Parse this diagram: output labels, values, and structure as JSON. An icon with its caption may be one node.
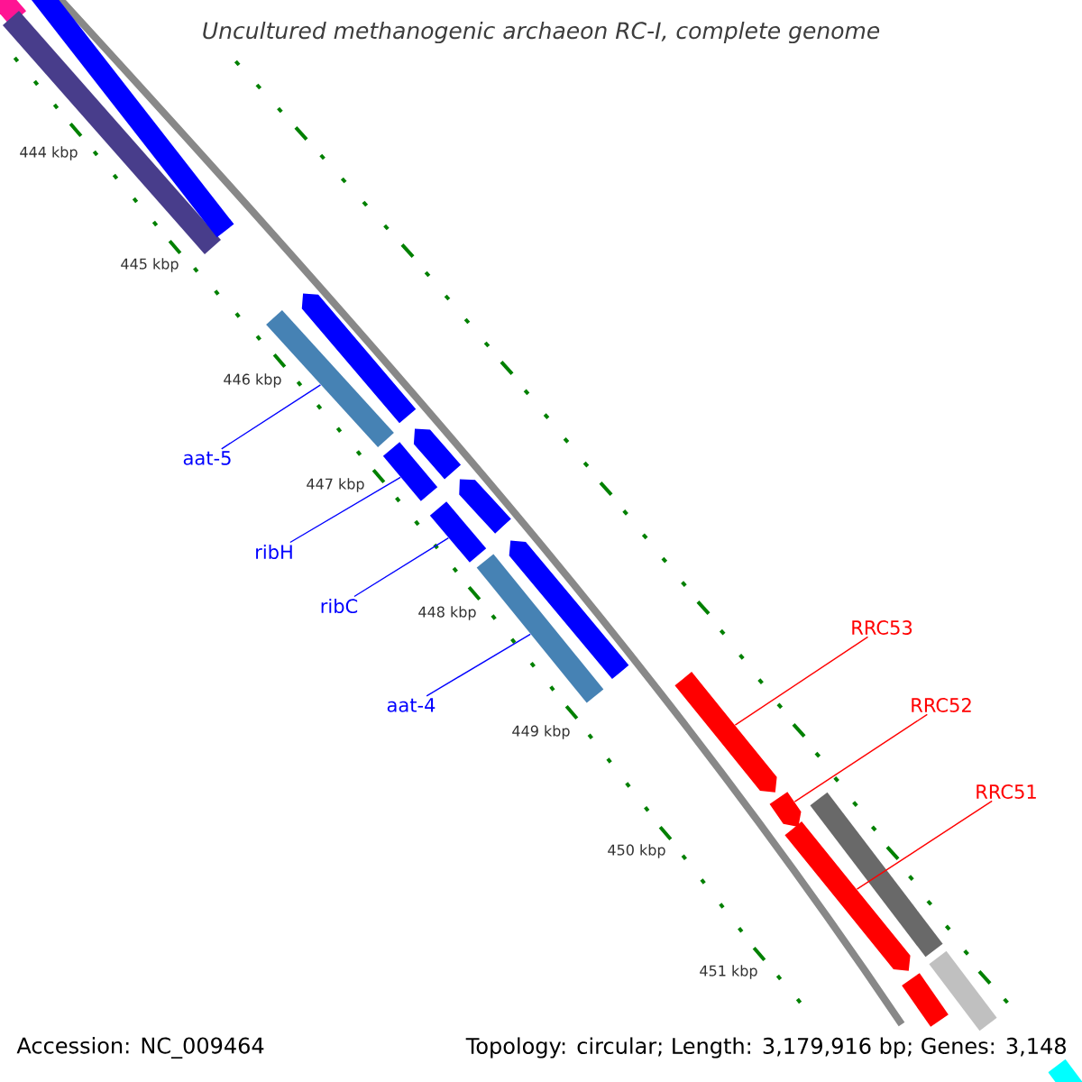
{
  "diagram": {
    "title": "Uncultured methanogenic archaeon RC-I, complete genome",
    "nodes": [
      {
        "text": [
          "aat-5"
        ]
      },
      {
        "text": [
          "ribH"
        ]
      },
      {
        "text": [
          "ribC"
        ]
      },
      {
        "text": [
          "aat-4"
        ]
      },
      {
        "text": [
          "RRC53"
        ]
      },
      {
        "text": [
          "RRC52"
        ]
      },
      {
        "text": [
          "RRC51"
        ]
      },
      {
        "text": [],
        "shape": "bar"
      },
      {
        "text": [],
        "shape": "bar"
      },
      {
        "text": [],
        "shape": "bar"
      },
      {
        "text": [],
        "shape": "arrow"
      },
      {
        "text": [],
        "shape": "bar"
      },
      {
        "text": [],
        "shape": "arrow"
      },
      {
        "text": [],
        "shape": "bar"
      },
      {
        "text": [],
        "shape": "arrow"
      },
      {
        "text": [],
        "shape": "bar"
      },
      {
        "text": [],
        "shape": "arrow"
      },
      {
        "text": [],
        "shape": "bar"
      },
      {
        "text": [],
        "shape": "arrow"
      },
      {
        "text": [],
        "shape": "arrow"
      },
      {
        "text": [],
        "shape": "bar"
      },
      {
        "text": [],
        "shape": "arrow"
      },
      {
        "text": [],
        "shape": "bar"
      },
      {
        "text": [],
        "shape": "bar"
      },
      {
        "text": [],
        "shape": "bar"
      }
    ],
    "edges": [
      {
        "from": 0,
        "to": 11,
        "arrow": "none"
      },
      {
        "from": 1,
        "to": 13,
        "arrow": "none"
      },
      {
        "from": 2,
        "to": 15,
        "arrow": "none"
      },
      {
        "from": 3,
        "to": 17,
        "arrow": "none"
      },
      {
        "from": 4,
        "to": 18,
        "arrow": "none",
        "color": "#ff0000"
      },
      {
        "from": 5,
        "to": 19,
        "arrow": "none",
        "color": "#ff0000"
      },
      {
        "from": 6,
        "to": 21,
        "arrow": "none",
        "color": "#ff0000"
      }
    ],
    "labels": [
      "444 kbp",
      "445 kbp",
      "446 kbp",
      "447 kbp",
      "448 kbp",
      "449 kbp",
      "450 kbp",
      "451 kbp",
      "Accession: NC_009464",
      "Topology: circular; Length: 3,179,916 bp; Genes: 3,148"
    ]
  }
}
